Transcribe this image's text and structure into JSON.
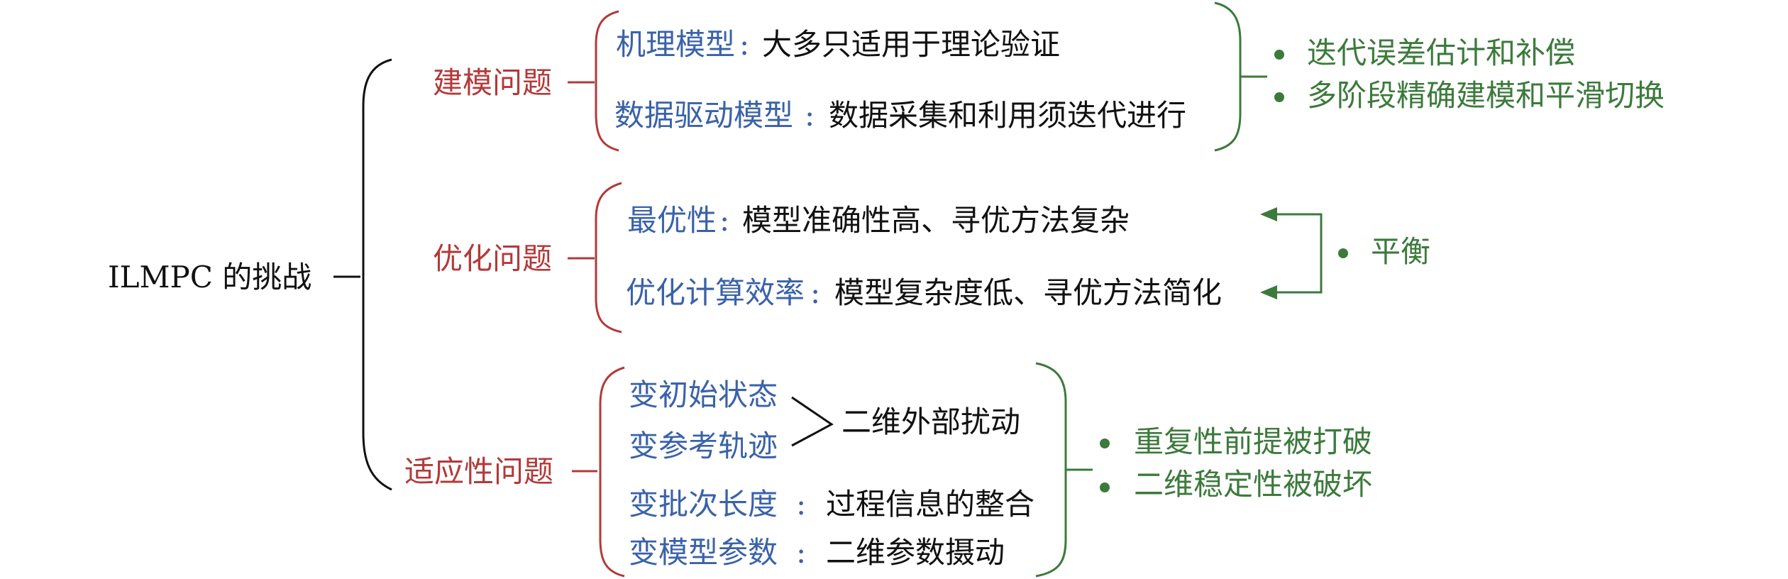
{
  "root": "ILMPC 的挑战",
  "branches": [
    {
      "label": "建模问题",
      "items": [
        {
          "key": "机理模型",
          "sep": ":",
          "desc": "大多只适用于理论验证"
        },
        {
          "key": "数据驱动模型",
          "sep": ":",
          "desc": "数据采集和利用须迭代进行"
        }
      ],
      "outcomes": [
        "迭代误差估计和补偿",
        "多阶段精确建模和平滑切换"
      ]
    },
    {
      "label": "优化问题",
      "items": [
        {
          "key": "最优性",
          "sep": ":",
          "desc": "模型准确性高、寻优方法复杂"
        },
        {
          "key": "优化计算效率",
          "sep": ":",
          "desc": "模型复杂度低、寻优方法简化"
        }
      ],
      "outcomes": [
        "平衡"
      ]
    },
    {
      "label": "适应性问题",
      "items": [
        {
          "key": "变初始状态"
        },
        {
          "key": "变参考轨迹"
        },
        {
          "key": "变批次长度",
          "sep": ":",
          "desc": "过程信息的整合"
        },
        {
          "key": "变模型参数",
          "sep": ":",
          "desc": "二维参数摄动"
        }
      ],
      "merged_desc": "二维外部扰动",
      "outcomes": [
        "重复性前提被打破",
        "二维稳定性被破坏"
      ]
    }
  ],
  "colors": {
    "root": "#111111",
    "branch": "#b23a3a",
    "key": "#3a62a8",
    "desc": "#111111",
    "outcome": "#3c7a3c"
  }
}
